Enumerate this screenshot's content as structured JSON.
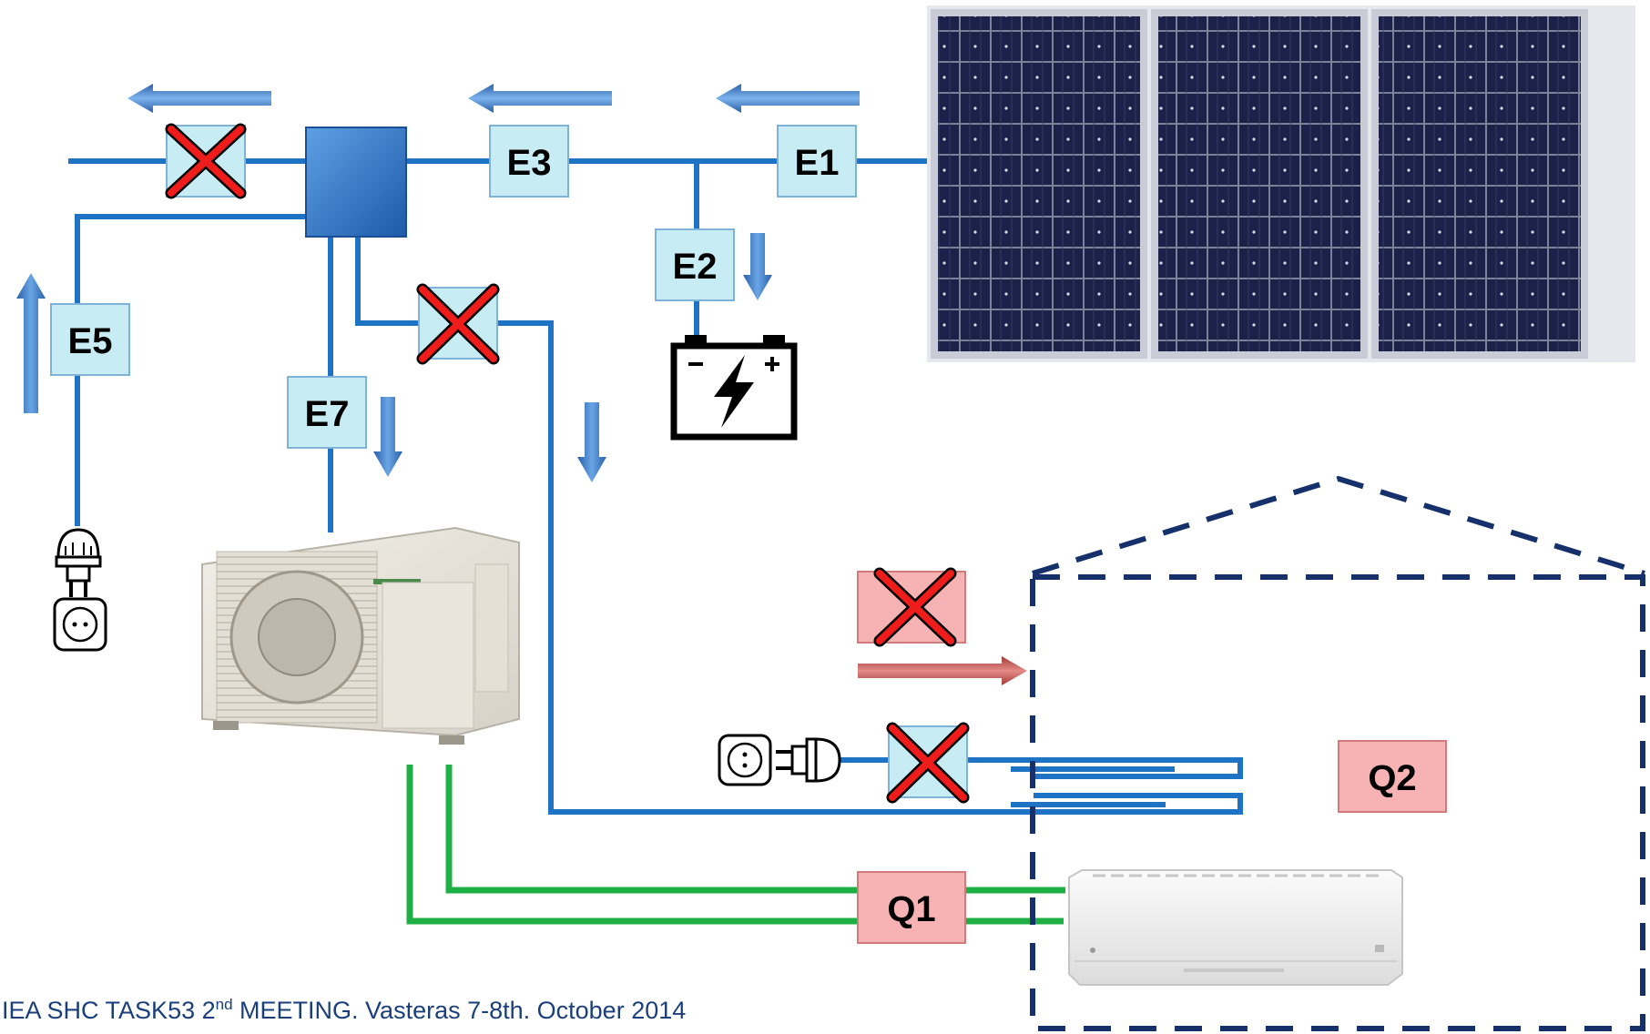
{
  "labels": {
    "e1": "E1",
    "e2": "E2",
    "e3": "E3",
    "e5": "E5",
    "e7": "E7",
    "q1": "Q1",
    "q2": "Q2"
  },
  "footer": {
    "before_sup": "IEA SHC TASK53 2",
    "sup": "nd",
    "after_sup": " MEETING. Vasteras 7-8th. October 2014"
  },
  "colors": {
    "electric_line": "#1f73c4",
    "refrigerant_line": "#1fb045",
    "meter_box_fill": "#c8ecf4",
    "heat_box_fill": "#f7b3b3",
    "cross": "#ef1c1c",
    "arrow_blue": "#3d7cc9",
    "arrow_red": "#c0504d",
    "building_outline": "#15306a",
    "pv_cell": "#1b2148"
  },
  "icons": [
    "pv-panel-icon",
    "battery-icon",
    "plug-icon",
    "socket-icon",
    "outdoor-unit-icon",
    "indoor-unit-icon",
    "inverter-icon"
  ]
}
